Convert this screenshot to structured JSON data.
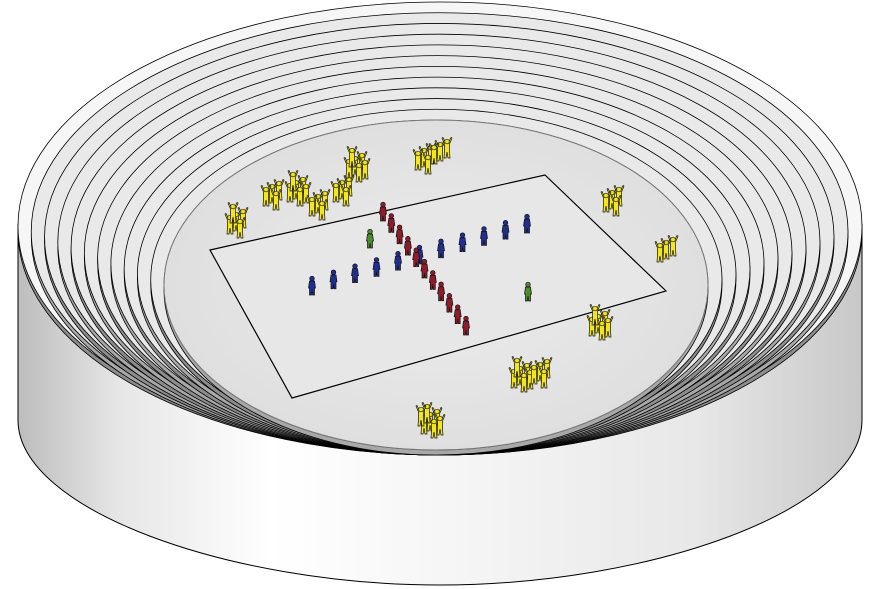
{
  "scene": {
    "subject": "stadium-bowl-with-figures",
    "colors": {
      "background": "#ffffff",
      "bowl_light": "#ffffff",
      "bowl_mid": "#e2e2e2",
      "bowl_dark": "#9a9a9a",
      "outline": "#000000",
      "floor": "#e4e4e4",
      "pitch": "#e6e6e6",
      "team_blue": "#1f2f8f",
      "team_red": "#8e1c2a",
      "official_green": "#4e8a2e",
      "spectator_yellow": "#f3e61c"
    },
    "counts": {
      "blue_players": 11,
      "red_players": 11,
      "green_figures": 2,
      "spectator_groups": 14
    },
    "icons": {
      "player": "standing-person-icon",
      "spectator": "cheering-person-icon"
    }
  }
}
